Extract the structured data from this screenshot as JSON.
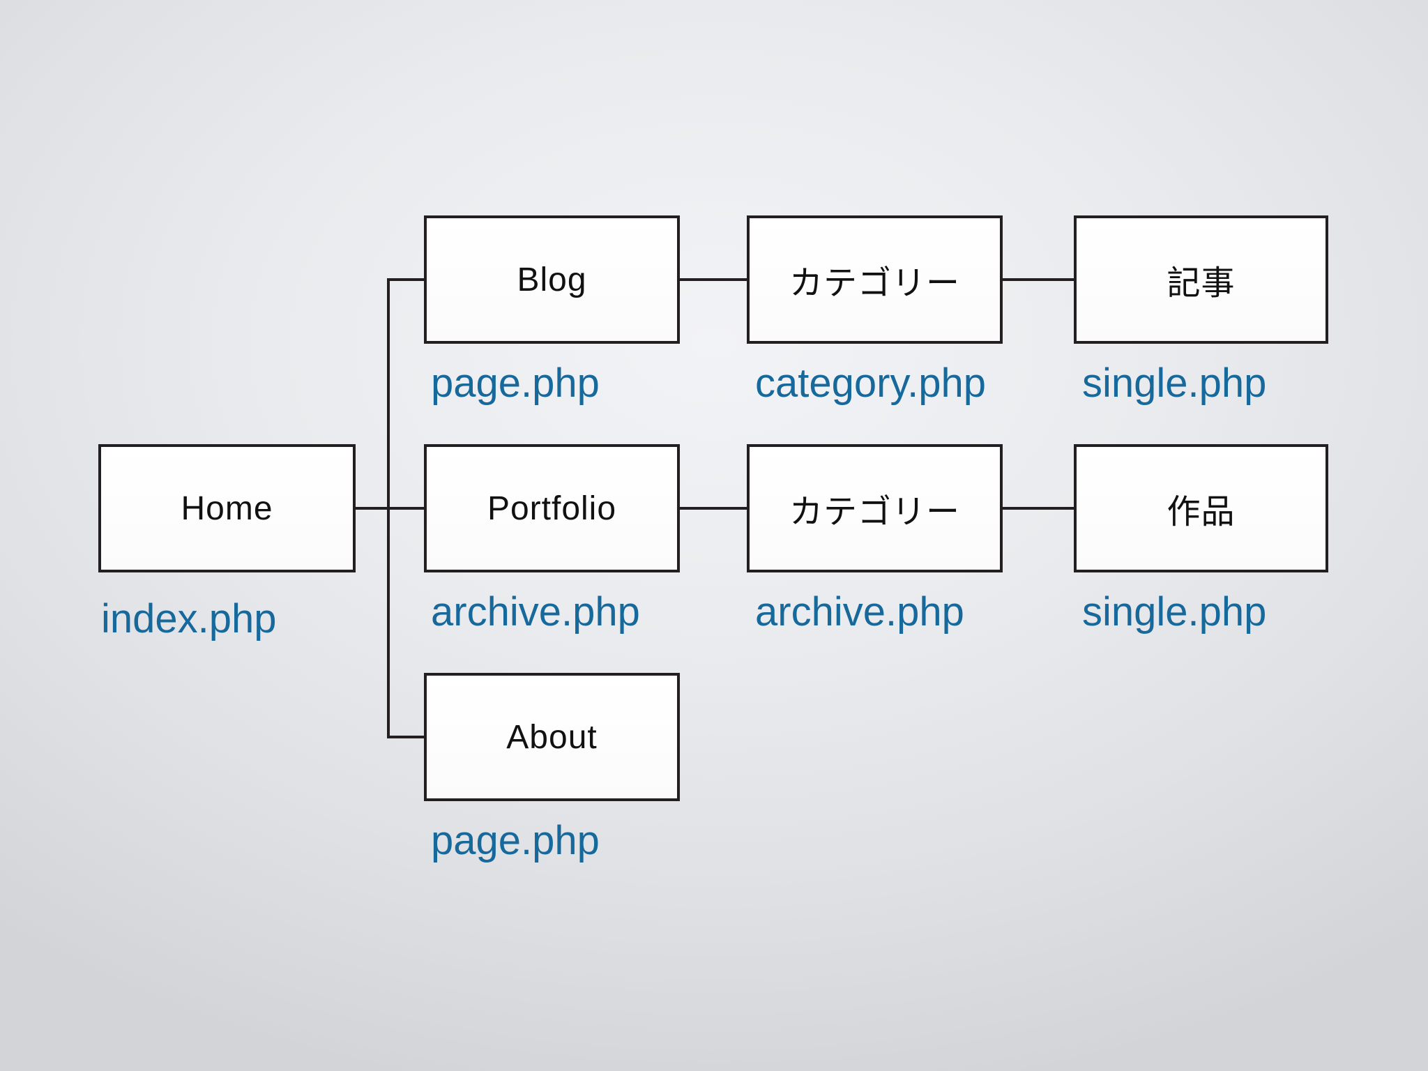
{
  "diagram": {
    "type": "sitemap-tree",
    "nodes": [
      {
        "id": "home",
        "label": "Home",
        "file": "index.php"
      },
      {
        "id": "blog",
        "label": "Blog",
        "file": "page.php"
      },
      {
        "id": "blog-category",
        "label": "カテゴリー",
        "file": "category.php"
      },
      {
        "id": "blog-single",
        "label": "記事",
        "file": "single.php"
      },
      {
        "id": "portfolio",
        "label": "Portfolio",
        "file": "archive.php"
      },
      {
        "id": "portfolio-category",
        "label": "カテゴリー",
        "file": "archive.php"
      },
      {
        "id": "portfolio-single",
        "label": "作品",
        "file": "single.php"
      },
      {
        "id": "about",
        "label": "About",
        "file": "page.php"
      }
    ],
    "edges": [
      "home-blog",
      "home-portfolio",
      "home-about",
      "blog-category",
      "category-single",
      "portfolio-category",
      "category-work"
    ],
    "colors": {
      "file_label": "#17699c",
      "box_border": "#231f20",
      "box_fill": "#fefefe",
      "connector": "#231f20",
      "background_center": "#f2f3f6",
      "background_edge": "#d2d4d8"
    }
  }
}
